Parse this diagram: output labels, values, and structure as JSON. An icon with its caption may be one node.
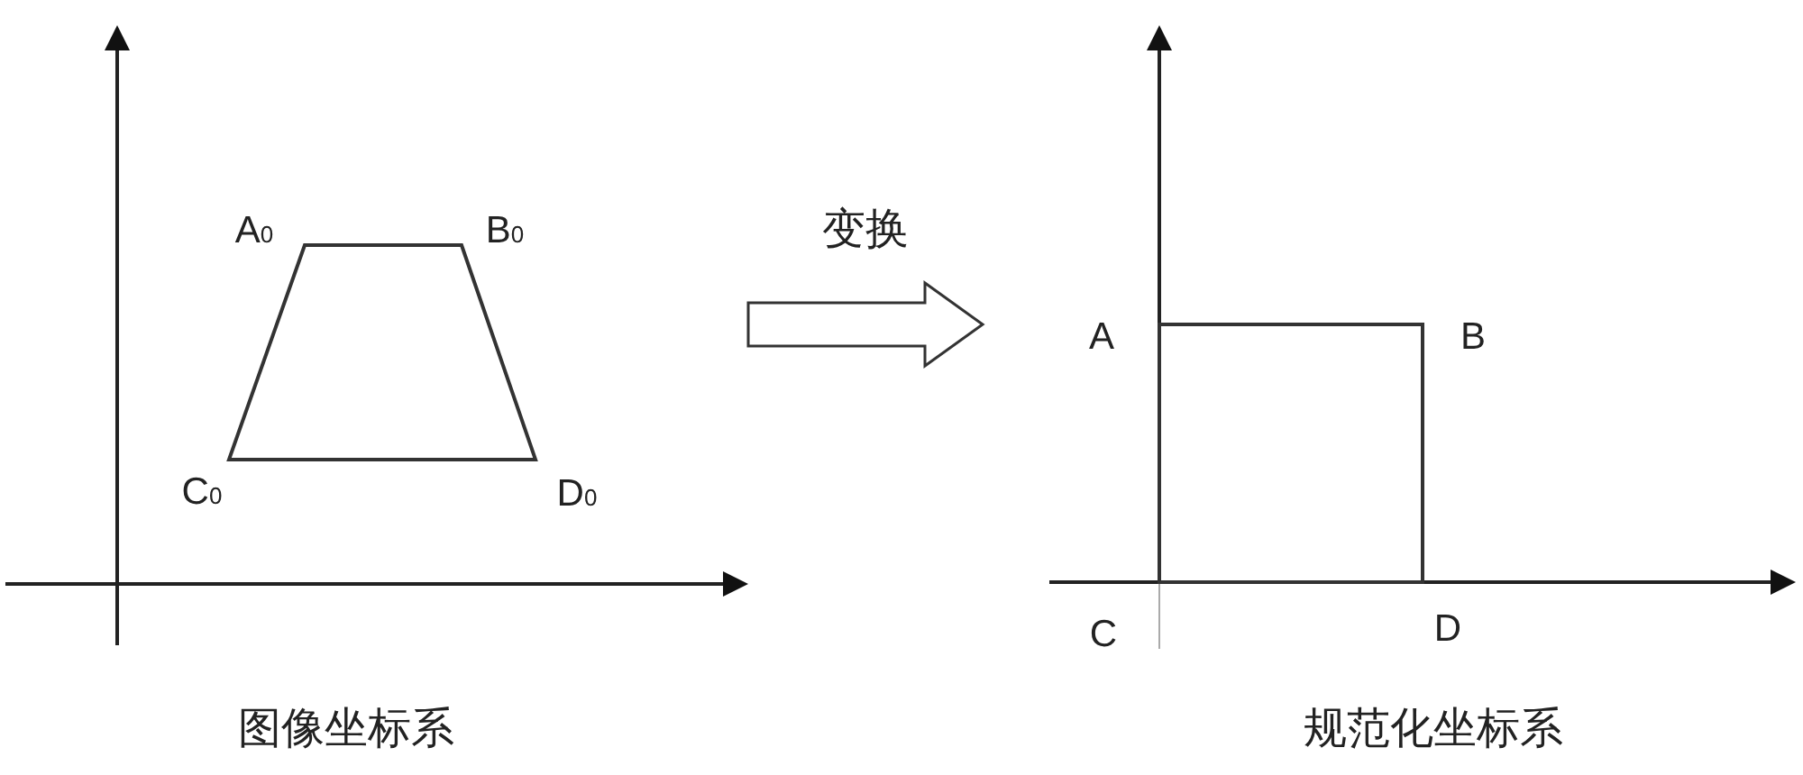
{
  "diagram": {
    "nodes": [
      {
        "text": [
          "图像坐标系"
        ]
      },
      {
        "text": [
          "规范化坐标系"
        ]
      }
    ],
    "edges": [
      {
        "from": 0,
        "to": 1,
        "arrow": "to",
        "label": "变换"
      }
    ],
    "labels": [
      "A$_{0}$",
      "B$_{0}$",
      "C$_{0}$",
      "D$_{0}$",
      "A",
      "B",
      "C",
      "D"
    ]
  }
}
